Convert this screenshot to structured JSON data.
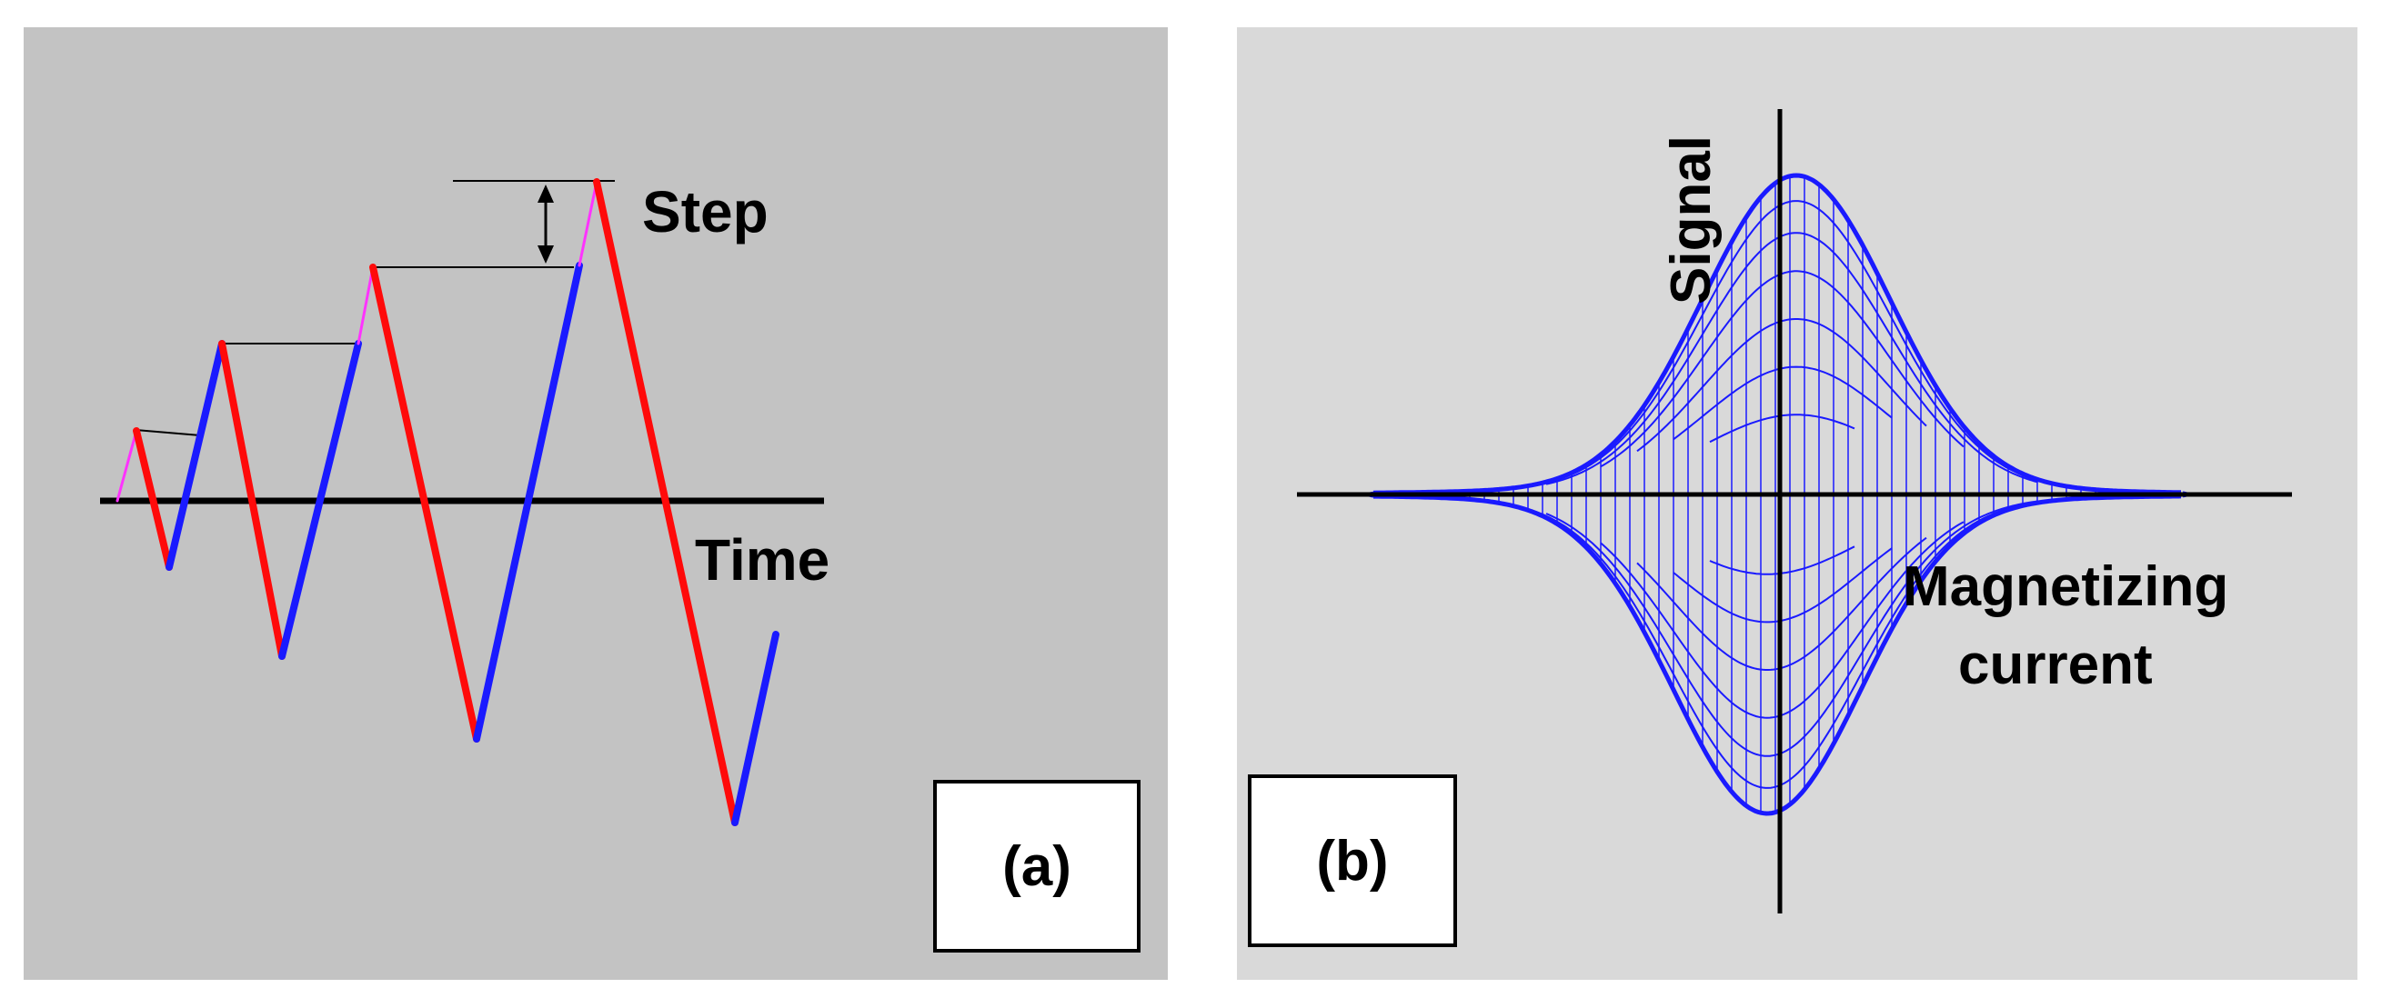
{
  "panel_a": {
    "label": "(a)",
    "step_label": "Step",
    "time_label": "Time",
    "colors": {
      "background": "#c3c3c3",
      "rising": "#1a1aff",
      "falling": "#ff0a0a",
      "transition": "#ff33ff",
      "axis": "#000000"
    }
  },
  "panel_b": {
    "label": "(b)",
    "signal_label": "Signal",
    "magnetizing_label_line1": "Magnetizing",
    "magnetizing_label_line2": "current",
    "colors": {
      "background": "#d9d9d9",
      "curve": "#1a1aff",
      "axis": "#000000"
    }
  }
}
